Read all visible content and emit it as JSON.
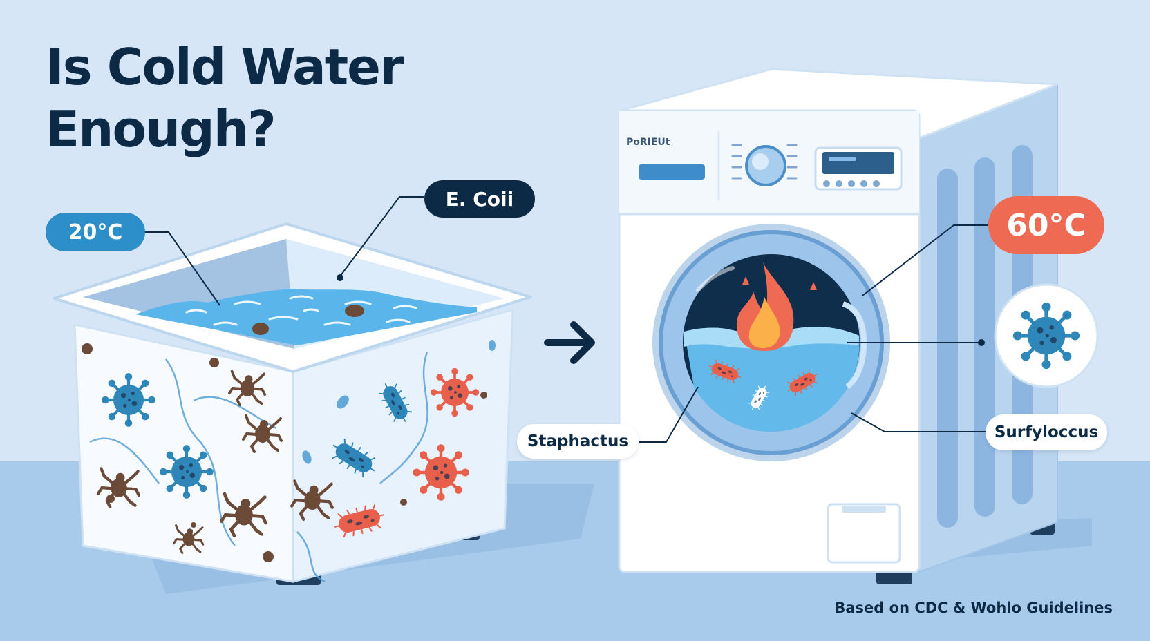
{
  "title": {
    "line1": "Is Cold Water",
    "line2": "Enough?"
  },
  "labels": {
    "cold_temp": "20°C",
    "hot_temp": "60°C",
    "bucket_microbe": "E. Coii",
    "drum_microbe_left": "Staphactus",
    "drum_microbe_right": "Surfyloccus"
  },
  "machine": {
    "brand": "PoRIEUt"
  },
  "footer": {
    "source": "Based on CDC & Wohlo Guidelines"
  },
  "colors": {
    "background": "#d6e6f6",
    "floor": "#a9cbeb",
    "heading": "#0c2a45",
    "cold_accent": "#2d8fc9",
    "hot_accent": "#ef6a52",
    "germ_blue": "#2f86b9",
    "germ_red": "#e8604c",
    "germ_brown": "#6b4a38"
  },
  "icons": {
    "arrow": "right-arrow-icon",
    "flame": "flame-icon",
    "virus": "virus-icon",
    "bacteria": "bacteria-icon",
    "mite": "mite-icon"
  }
}
